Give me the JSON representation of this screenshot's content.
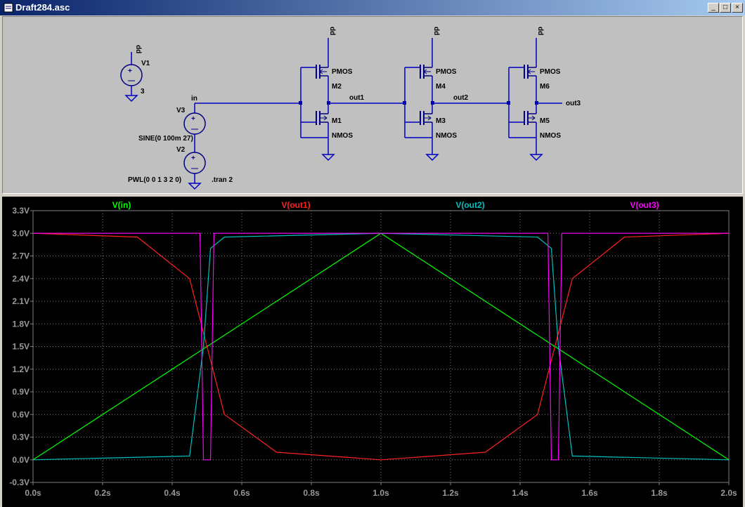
{
  "window": {
    "title": "Draft284.asc",
    "buttons": [
      "_",
      "□",
      "×"
    ]
  },
  "schematic": {
    "net_labels": {
      "in": "in",
      "out1": "out1",
      "out2": "out2",
      "out3": "out3",
      "vdd": "dd"
    },
    "v1": {
      "name": "V1",
      "value": "3"
    },
    "v3": {
      "name": "V3",
      "value": "SINE(0 100m 27)"
    },
    "v2": {
      "name": "V2",
      "value": "PWL(0 0 1 3 2 0)"
    },
    "tran": ".tran 2",
    "transistors": [
      {
        "name": "M2",
        "model": "PMOS"
      },
      {
        "name": "M1",
        "model": "NMOS"
      },
      {
        "name": "M4",
        "model": "PMOS"
      },
      {
        "name": "M3",
        "model": "NMOS"
      },
      {
        "name": "M6",
        "model": "PMOS"
      },
      {
        "name": "M5",
        "model": "NMOS"
      }
    ],
    "colors": {
      "wire": "#0000c0",
      "component": "#000080",
      "ground": "#0000c0"
    }
  },
  "chart_data": {
    "type": "line",
    "title": "",
    "xlabel": "",
    "ylabel": "",
    "xlim": [
      0.0,
      2.0
    ],
    "ylim": [
      -0.3,
      3.3
    ],
    "x_ticks": [
      "0.0s",
      "0.2s",
      "0.4s",
      "0.6s",
      "0.8s",
      "1.0s",
      "1.2s",
      "1.4s",
      "1.6s",
      "1.8s",
      "2.0s"
    ],
    "y_ticks": [
      "3.3V",
      "3.0V",
      "2.7V",
      "2.4V",
      "2.1V",
      "1.8V",
      "1.5V",
      "1.2V",
      "0.9V",
      "0.6V",
      "0.3V",
      "0.0V",
      "-0.3V"
    ],
    "grid": true,
    "legend_position": "top",
    "series": [
      {
        "name": "V(in)",
        "color": "#00ff00",
        "x": [
          0.0,
          0.25,
          0.5,
          0.75,
          1.0,
          1.25,
          1.5,
          1.75,
          2.0
        ],
        "values": [
          0.0,
          0.75,
          1.5,
          2.25,
          3.0,
          2.25,
          1.5,
          0.75,
          0.0
        ]
      },
      {
        "name": "V(out1)",
        "color": "#ff2020",
        "x": [
          0.0,
          0.3,
          0.45,
          0.5,
          0.55,
          0.7,
          1.0,
          1.3,
          1.45,
          1.5,
          1.55,
          1.7,
          2.0
        ],
        "values": [
          3.0,
          2.95,
          2.4,
          1.5,
          0.6,
          0.1,
          0.0,
          0.1,
          0.6,
          1.5,
          2.4,
          2.95,
          3.0
        ]
      },
      {
        "name": "V(out2)",
        "color": "#00c0c0",
        "x": [
          0.0,
          0.45,
          0.49,
          0.51,
          0.55,
          1.0,
          1.45,
          1.49,
          1.51,
          1.55,
          2.0
        ],
        "values": [
          0.0,
          0.05,
          1.5,
          2.8,
          2.95,
          3.0,
          2.95,
          2.8,
          1.5,
          0.05,
          0.0
        ]
      },
      {
        "name": "V(out3)",
        "color": "#ff00ff",
        "x": [
          0.0,
          0.48,
          0.49,
          0.51,
          0.52,
          1.0,
          1.48,
          1.49,
          1.51,
          1.52,
          2.0
        ],
        "values": [
          3.0,
          3.0,
          0.0,
          0.0,
          3.0,
          3.0,
          3.0,
          0.0,
          0.0,
          3.0,
          3.0
        ]
      }
    ]
  }
}
